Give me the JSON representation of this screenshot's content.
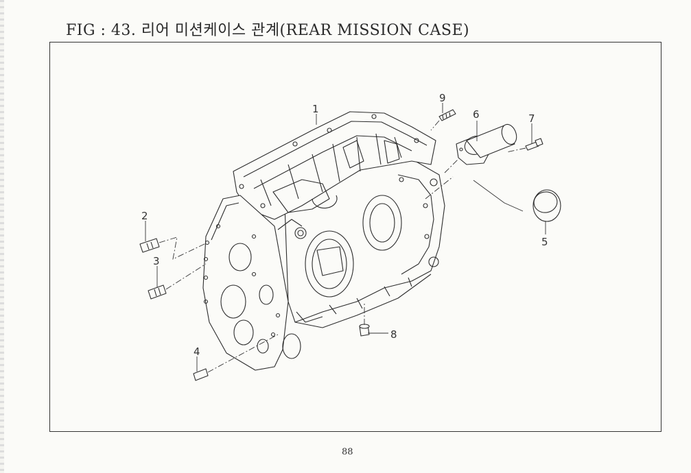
{
  "title": "FIG : 43. 리어 미션케이스 관계(REAR MISSION CASE)",
  "page_number": "88",
  "callouts": [
    {
      "id": "1",
      "label": "1"
    },
    {
      "id": "2",
      "label": "2"
    },
    {
      "id": "3",
      "label": "3"
    },
    {
      "id": "4",
      "label": "4"
    },
    {
      "id": "5",
      "label": "5"
    },
    {
      "id": "6",
      "label": "6"
    },
    {
      "id": "7",
      "label": "7"
    },
    {
      "id": "8",
      "label": "8"
    },
    {
      "id": "9",
      "label": "9"
    }
  ]
}
